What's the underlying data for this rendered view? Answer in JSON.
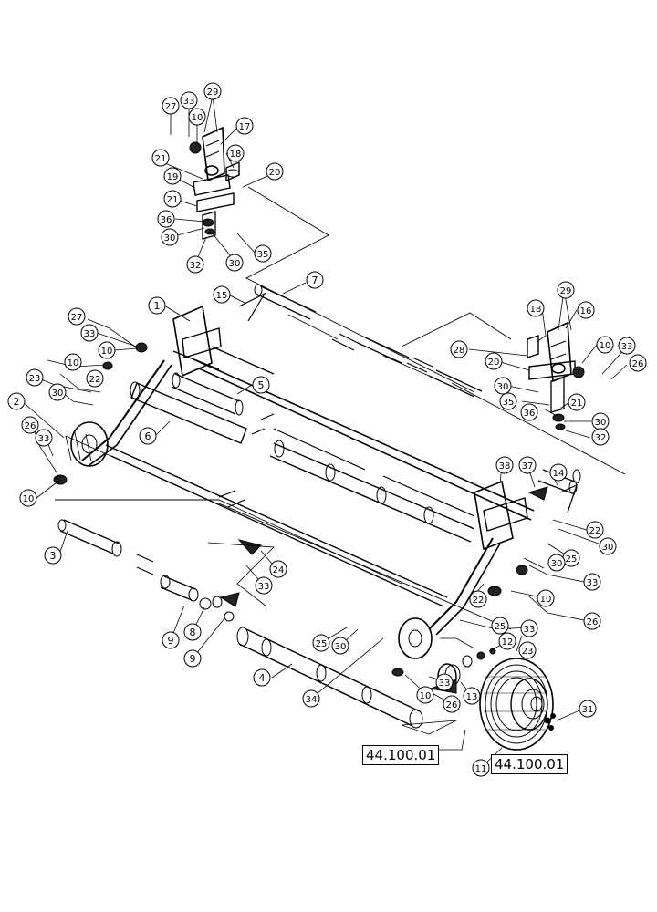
{
  "callouts": [
    {
      "id": "c27a",
      "label": "27"
    },
    {
      "id": "c33a",
      "label": "33"
    },
    {
      "id": "c29a",
      "label": "29"
    },
    {
      "id": "c10a",
      "label": "10"
    },
    {
      "id": "c17",
      "label": "17"
    },
    {
      "id": "c21a",
      "label": "21"
    },
    {
      "id": "c18a",
      "label": "18"
    },
    {
      "id": "c19",
      "label": "19"
    },
    {
      "id": "c20a",
      "label": "20"
    },
    {
      "id": "c21b",
      "label": "21"
    },
    {
      "id": "c36a",
      "label": "36"
    },
    {
      "id": "c30a",
      "label": "30"
    },
    {
      "id": "c35a",
      "label": "35"
    },
    {
      "id": "c32a",
      "label": "32"
    },
    {
      "id": "c30b",
      "label": "30"
    },
    {
      "id": "c15",
      "label": "15"
    },
    {
      "id": "c7",
      "label": "7"
    },
    {
      "id": "c1",
      "label": "1"
    },
    {
      "id": "c27b",
      "label": "27"
    },
    {
      "id": "c33b",
      "label": "33"
    },
    {
      "id": "c10b",
      "label": "10"
    },
    {
      "id": "c10c",
      "label": "10"
    },
    {
      "id": "c23a",
      "label": "23"
    },
    {
      "id": "c22a",
      "label": "22"
    },
    {
      "id": "c5",
      "label": "5"
    },
    {
      "id": "c30c",
      "label": "30"
    },
    {
      "id": "c2",
      "label": "2"
    },
    {
      "id": "c6",
      "label": "6"
    },
    {
      "id": "c26a",
      "label": "26"
    },
    {
      "id": "c33c",
      "label": "33"
    },
    {
      "id": "c10d",
      "label": "10"
    },
    {
      "id": "c3",
      "label": "3"
    },
    {
      "id": "c18b",
      "label": "18"
    },
    {
      "id": "c29b",
      "label": "29"
    },
    {
      "id": "c16",
      "label": "16"
    },
    {
      "id": "c28",
      "label": "28"
    },
    {
      "id": "c20b",
      "label": "20"
    },
    {
      "id": "c10e",
      "label": "10"
    },
    {
      "id": "c33d",
      "label": "33"
    },
    {
      "id": "c26b",
      "label": "26"
    },
    {
      "id": "c30d",
      "label": "30"
    },
    {
      "id": "c35b",
      "label": "35"
    },
    {
      "id": "c21c",
      "label": "21"
    },
    {
      "id": "c36b",
      "label": "36"
    },
    {
      "id": "c30e",
      "label": "30"
    },
    {
      "id": "c32b",
      "label": "32"
    },
    {
      "id": "c38",
      "label": "38"
    },
    {
      "id": "c37",
      "label": "37"
    },
    {
      "id": "c14",
      "label": "14"
    },
    {
      "id": "c22b",
      "label": "22"
    },
    {
      "id": "c30f",
      "label": "30"
    },
    {
      "id": "c25a",
      "label": "25"
    },
    {
      "id": "c30g",
      "label": "30"
    },
    {
      "id": "c33e",
      "label": "33"
    },
    {
      "id": "c22c",
      "label": "22"
    },
    {
      "id": "c10f",
      "label": "10"
    },
    {
      "id": "c26c",
      "label": "26"
    },
    {
      "id": "c24",
      "label": "24"
    },
    {
      "id": "c33f",
      "label": "33"
    },
    {
      "id": "c9a",
      "label": "9"
    },
    {
      "id": "c8",
      "label": "8"
    },
    {
      "id": "c9b",
      "label": "9"
    },
    {
      "id": "c25b",
      "label": "25"
    },
    {
      "id": "c33g",
      "label": "33"
    },
    {
      "id": "c25c",
      "label": "25"
    },
    {
      "id": "c30h",
      "label": "30"
    },
    {
      "id": "c4",
      "label": "4"
    },
    {
      "id": "c34",
      "label": "34"
    },
    {
      "id": "c12",
      "label": "12"
    },
    {
      "id": "c23b",
      "label": "23"
    },
    {
      "id": "c33h",
      "label": "33"
    },
    {
      "id": "c10g",
      "label": "10"
    },
    {
      "id": "c26d",
      "label": "26"
    },
    {
      "id": "c13",
      "label": "13"
    },
    {
      "id": "c31",
      "label": "31"
    },
    {
      "id": "c11",
      "label": "11"
    }
  ],
  "refs": [
    {
      "id": "ref1",
      "label": "44.100.01"
    },
    {
      "id": "ref2",
      "label": "44.100.01"
    }
  ]
}
